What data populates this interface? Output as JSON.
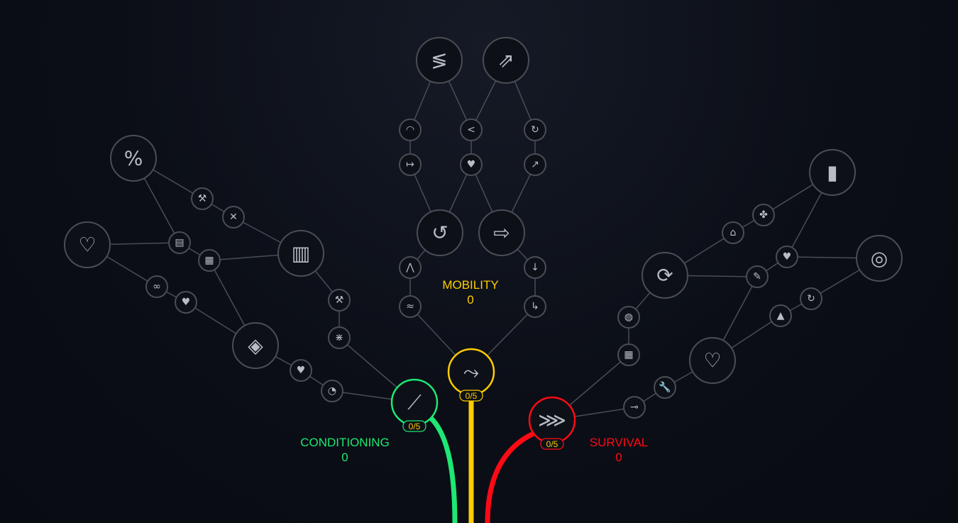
{
  "colors": {
    "conditioning": "#1de874",
    "mobility": "#ffcc00",
    "survival": "#ff0a14",
    "node_stroke": "#4a4d55",
    "line": "#4a4d55",
    "badge_text": "#ffcc00"
  },
  "trees": {
    "mobility": {
      "label": "MOBILITY",
      "points": "0",
      "progress": "0/5",
      "root_icon": "wavy-arrow-icon"
    },
    "conditioning": {
      "label": "CONDITIONING",
      "points": "0",
      "progress": "0/5",
      "root_icon": "feather-icon"
    },
    "survival": {
      "label": "SURVIVAL",
      "points": "0",
      "progress": "0/5",
      "root_icon": "triple-chevron-arrow-icon"
    }
  }
}
